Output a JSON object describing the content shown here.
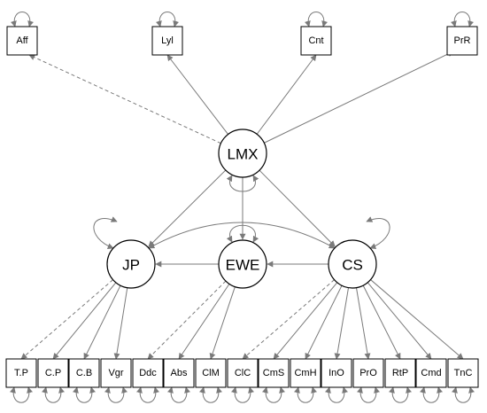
{
  "diagram": {
    "top_indicators": [
      "Aff",
      "Lyl",
      "Cnt",
      "PrR"
    ],
    "latents": {
      "lmx": "LMX",
      "jp": "JP",
      "ewe": "EWE",
      "cs": "CS"
    },
    "bottom_indicators": [
      "T.P",
      "C.P",
      "C.B",
      "Vgr",
      "Ddc",
      "Abs",
      "ClM",
      "ClC",
      "CmS",
      "CmH",
      "InO",
      "PrO",
      "RtP",
      "Cmd",
      "TnC"
    ],
    "colors": {
      "edge": "#7a7a7a",
      "border": "#000000",
      "background": "#ffffff"
    }
  }
}
